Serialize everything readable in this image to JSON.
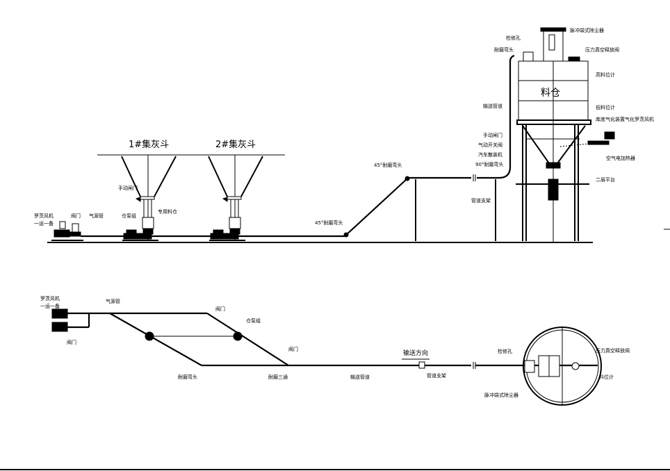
{
  "hoppers": [
    {
      "title": "1#集灰斗"
    },
    {
      "title": "2#集灰斗"
    }
  ],
  "silo": {
    "title": "料仓",
    "labels": {
      "pulse_dust_collector": "脉冲袋式除尘器",
      "manhole": "检修孔",
      "elbow_top": "耐磨弯头",
      "pressure_vacuum_valve": "压力真空释放阀",
      "high_level_meter": "高料位计",
      "conveying_pipe": "输送管道",
      "low_level_meter": "低料位计",
      "fluidizing_blower": "库底气化装置气化罗茨风机",
      "manual_gate": "手动闸门",
      "pneumatic_valve": "气动开关阀",
      "truck_loader": "汽车散装机",
      "elbow_90": "90°耐磨弯头",
      "air_heater": "空气电加热器",
      "platform": "二层平台",
      "pipe_support": "管道支架"
    }
  },
  "elevation": {
    "roots_blower": "罗茨风机",
    "one_duty_one_standby": "一运一备",
    "valve": "阀门",
    "air_pipe": "气源管",
    "manual_gate": "手动闸门",
    "feeder_pump": "仓泵组",
    "dedicated_bin": "专用料仓",
    "elbow_45_upper": "45°耐磨弯头",
    "elbow_45_lower": "45°耐磨弯头",
    "pipe_support": "管道支架"
  },
  "plan": {
    "roots_blower": "罗茨风机",
    "one_duty_one_standby": "一运一备",
    "air_pipe": "气源管",
    "valve_left": "阀门",
    "valve_mid": "阀门",
    "valve_right": "阀门",
    "feeder_pump": "仓泵组",
    "elbow": "耐磨弯头",
    "tee": "耐磨三通",
    "conveying_pipe": "输送管道",
    "direction": "输送方向",
    "pipe_support": "管道支架",
    "manhole": "检修孔",
    "pulse_dust_collector": "脉冲袋式除尘器",
    "pressure_vacuum_valve": "压力真空释放阀",
    "level_meter": "料位计"
  }
}
